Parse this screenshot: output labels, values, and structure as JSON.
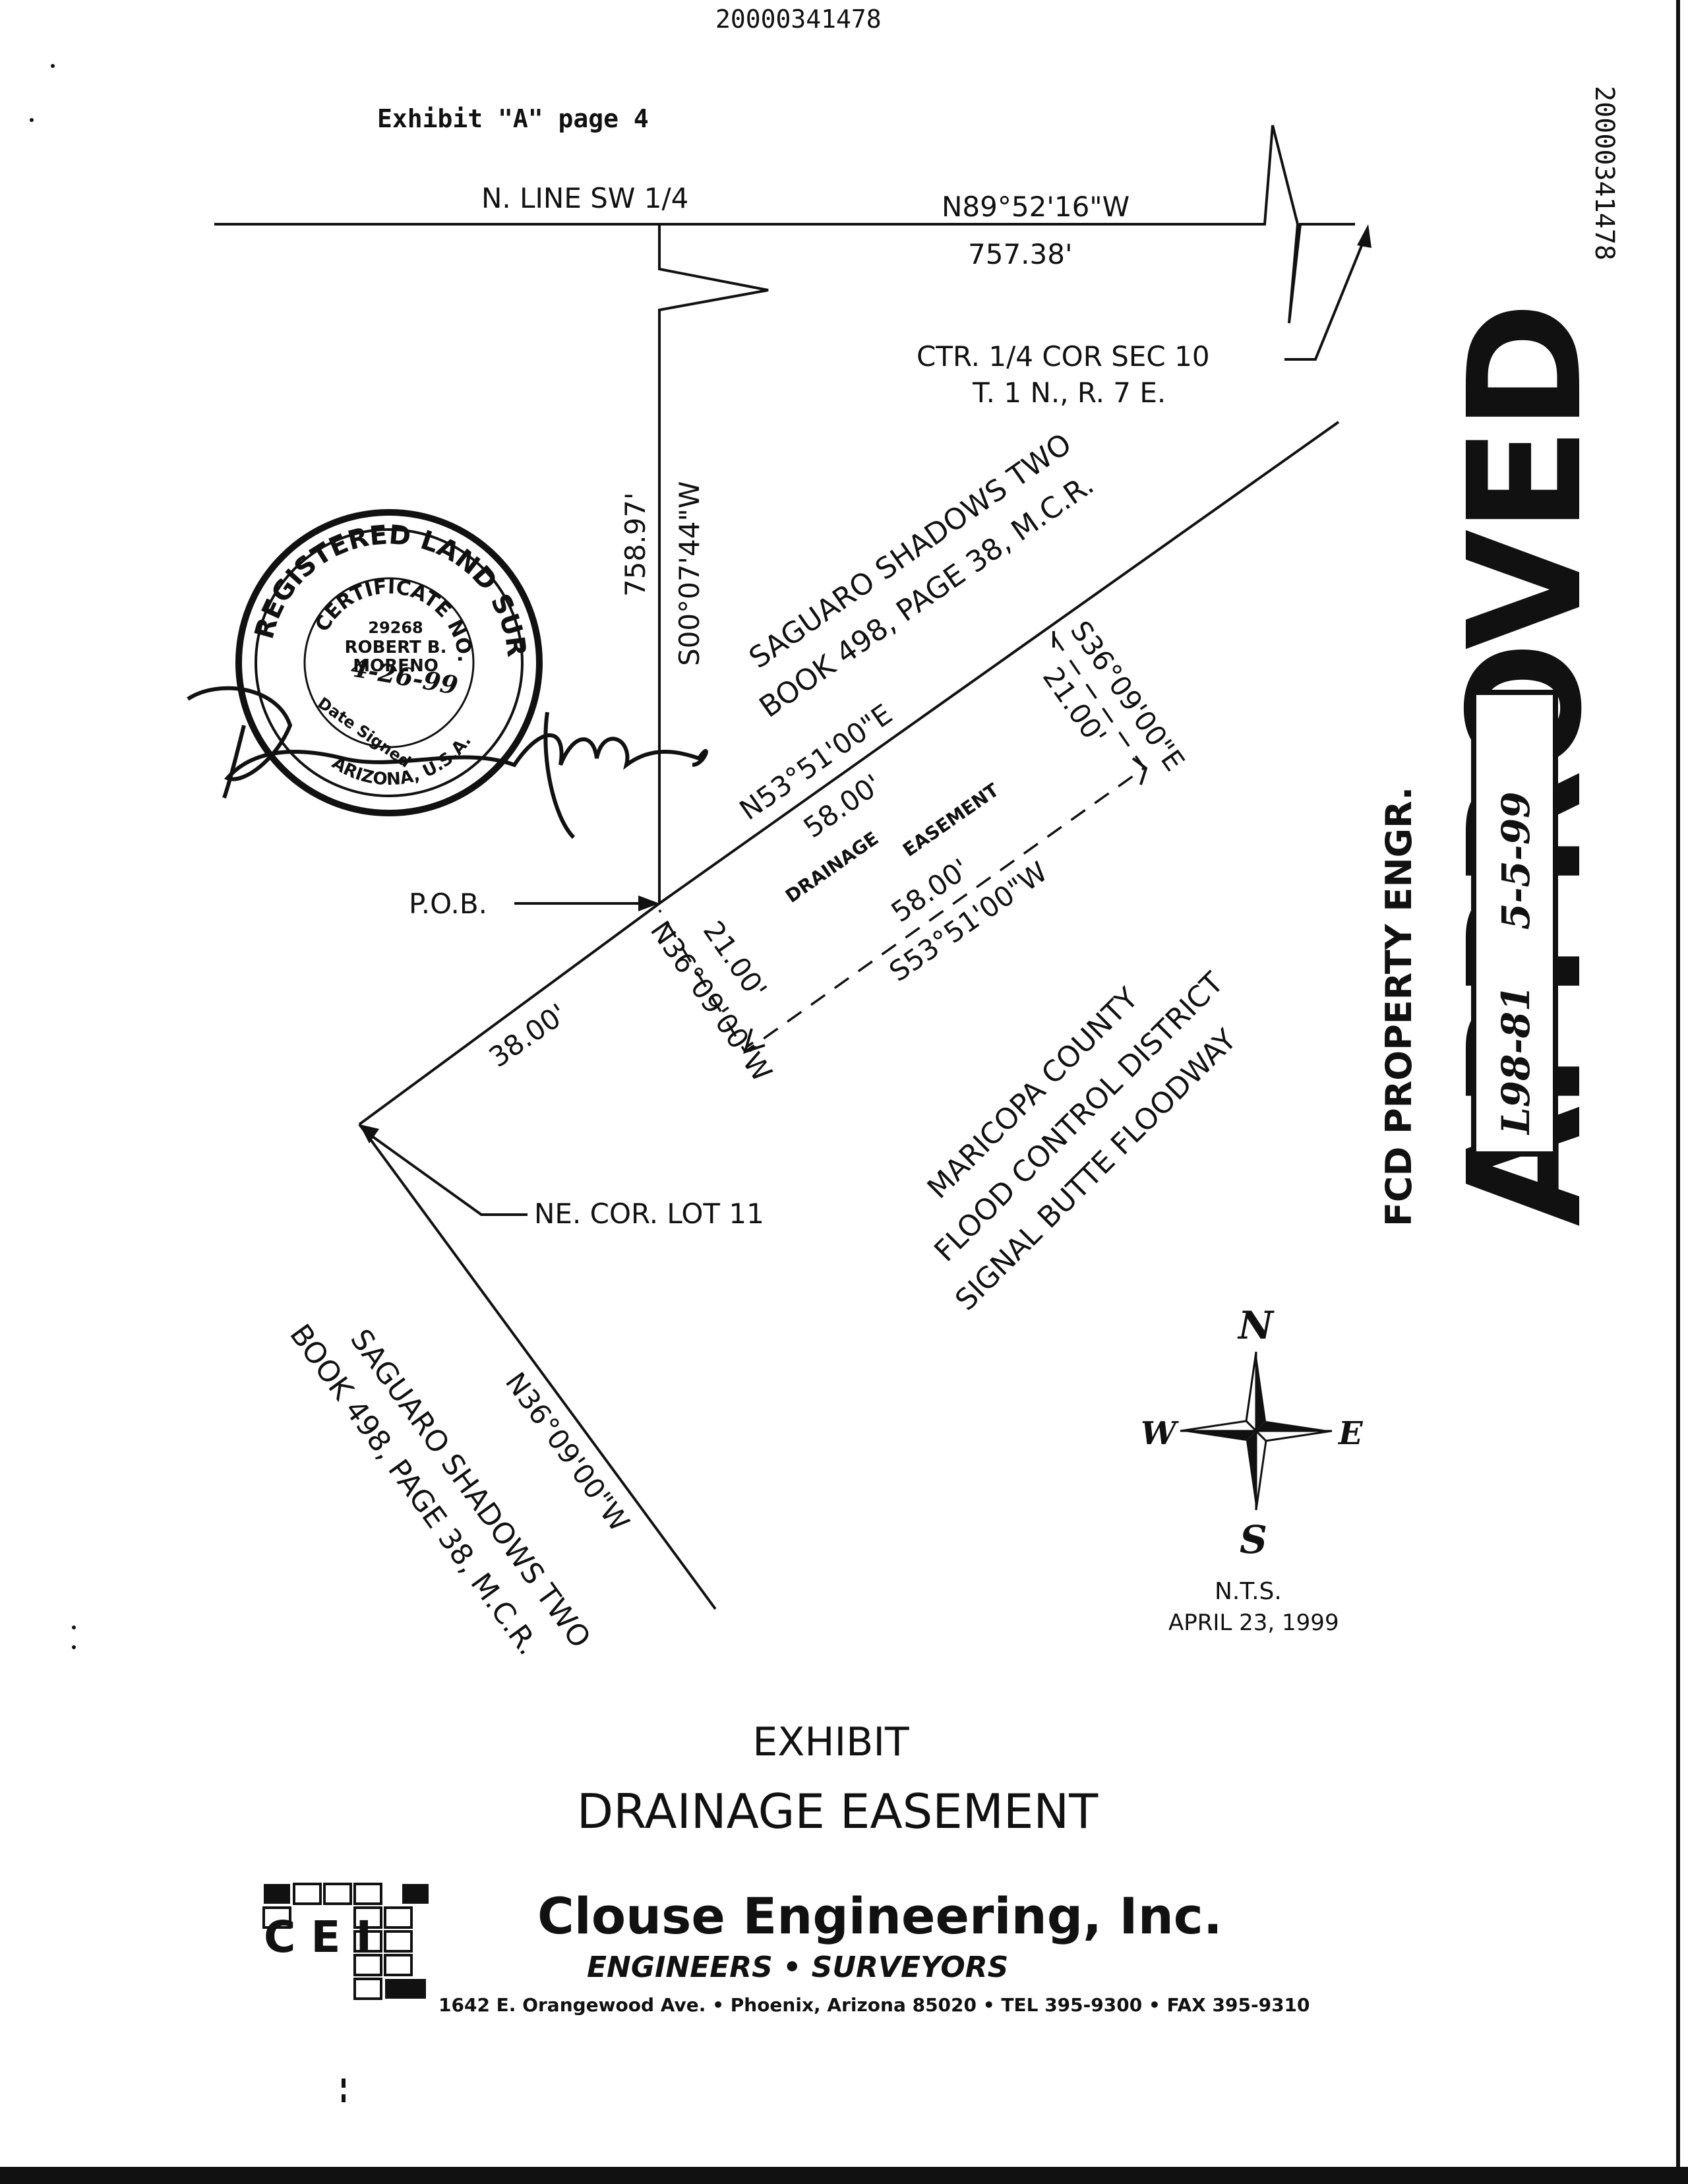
{
  "document_number": "20000341478",
  "exhibit_page": "Exhibit \"A\" page 4",
  "side_stamp_number": "20000341478",
  "north_line_label": "N. LINE SW 1/4",
  "north_line_bearing": "N89°52'16\"W",
  "north_line_distance": "757.38'",
  "corner_label_line1": "CTR. 1/4 COR SEC 10",
  "corner_label_line2": "T. 1 N., R. 7 E.",
  "west_line_distance": "758.97'",
  "west_line_bearing": "S00°07'44\"W",
  "subdivision_top_line1": "SAGUARO SHADOWS TWO",
  "subdivision_top_line2": "BOOK 498, PAGE 38, M.C.R.",
  "easement_ne_bearing": "N53°51'00\"E",
  "easement_ne_distance": "58.00'",
  "easement_east_bearing": "S36°09'00\"E",
  "easement_east_distance": "21.00'",
  "easement_label_1": "DRAINAGE",
  "easement_label_2": "EASEMENT",
  "easement_south_distance": "58.00'",
  "easement_south_bearing": "S53°51'00\"W",
  "easement_west_distance": "21.00'",
  "easement_west_bearing": "N36°09'00\"W",
  "pob_label": "P.O.B.",
  "sw_segment_distance": "38.00'",
  "lot_corner_label": "NE. COR. LOT 11",
  "lower_line_bearing": "N36°09'00\"W",
  "subdivision_bottom_line1": "SAGUARO SHADOWS TWO",
  "subdivision_bottom_line2": "BOOK 498, PAGE 38, M.C.R.",
  "district_line1": "MARICOPA COUNTY",
  "district_line2": "FLOOD CONTROL DISTRICT",
  "district_line3": "SIGNAL BUTTE FLOODWAY",
  "seal": {
    "ring_text_top": "REGISTERED LAND SURVEYOR",
    "inner_text": "CERTIFICATE NO.",
    "number": "29268",
    "name_line1": "ROBERT B.",
    "name_line2": "MORENO",
    "date_signed_value": "4-26-99",
    "date_signed_label": "Date Signed",
    "state": "ARIZONA, U.S.A."
  },
  "compass": {
    "n": "N",
    "e": "E",
    "s": "S",
    "w": "W"
  },
  "scale_note": "N.T.S.",
  "drawing_date": "APRIL 23, 1999",
  "exhibit_title": "EXHIBIT",
  "exhibit_subtitle": "DRAINAGE EASEMENT",
  "company": {
    "name": "Clouse Engineering, Inc.",
    "tagline": "ENGINEERS • SURVEYORS",
    "address": "1642 E. Orangewood Ave. • Phoenix, Arizona 85020 • TEL 395-9300 • FAX 395-9310",
    "logo_letters": "C E I"
  },
  "approval_stamp": {
    "header": "FCD PROPERTY ENGR.",
    "word": "APPROVED",
    "handwritten_ref": "L98-81",
    "handwritten_date": "5-5-99"
  },
  "colors": {
    "ink": "#111111",
    "paper": "#ffffff"
  }
}
